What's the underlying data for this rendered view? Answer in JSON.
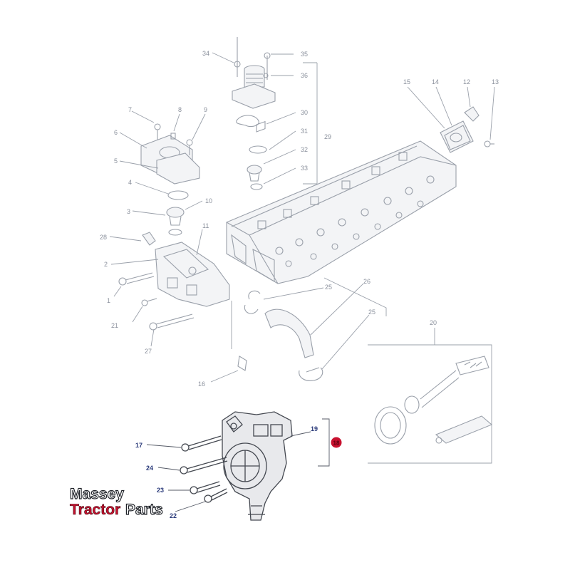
{
  "diagram": {
    "callouts": {
      "c1": "1",
      "c2": "2",
      "c3": "3",
      "c4": "4",
      "c5": "5",
      "c6": "6",
      "c7": "7",
      "c8": "8",
      "c9": "9",
      "c10": "10",
      "c11": "11",
      "c12": "12",
      "c13": "13",
      "c14": "14",
      "c15": "15",
      "c16": "16",
      "c17": "17",
      "c18": "18",
      "c19": "19",
      "c20": "20",
      "c21": "21",
      "c22": "22",
      "c23": "23",
      "c24": "24",
      "c25a": "25",
      "c25b": "25",
      "c26": "26",
      "c27": "27",
      "c28": "28",
      "c29": "29",
      "c30": "30",
      "c31": "31",
      "c32": "32",
      "c33": "33",
      "c34": "34",
      "c35": "35",
      "c36": "36"
    },
    "highlight_color": "#c8102e",
    "highlighted_callout": "18"
  },
  "watermark": {
    "line1": "Massey",
    "line2a": "Tractor",
    "line2b": "Parts",
    "brand_red": "#c8102e"
  }
}
